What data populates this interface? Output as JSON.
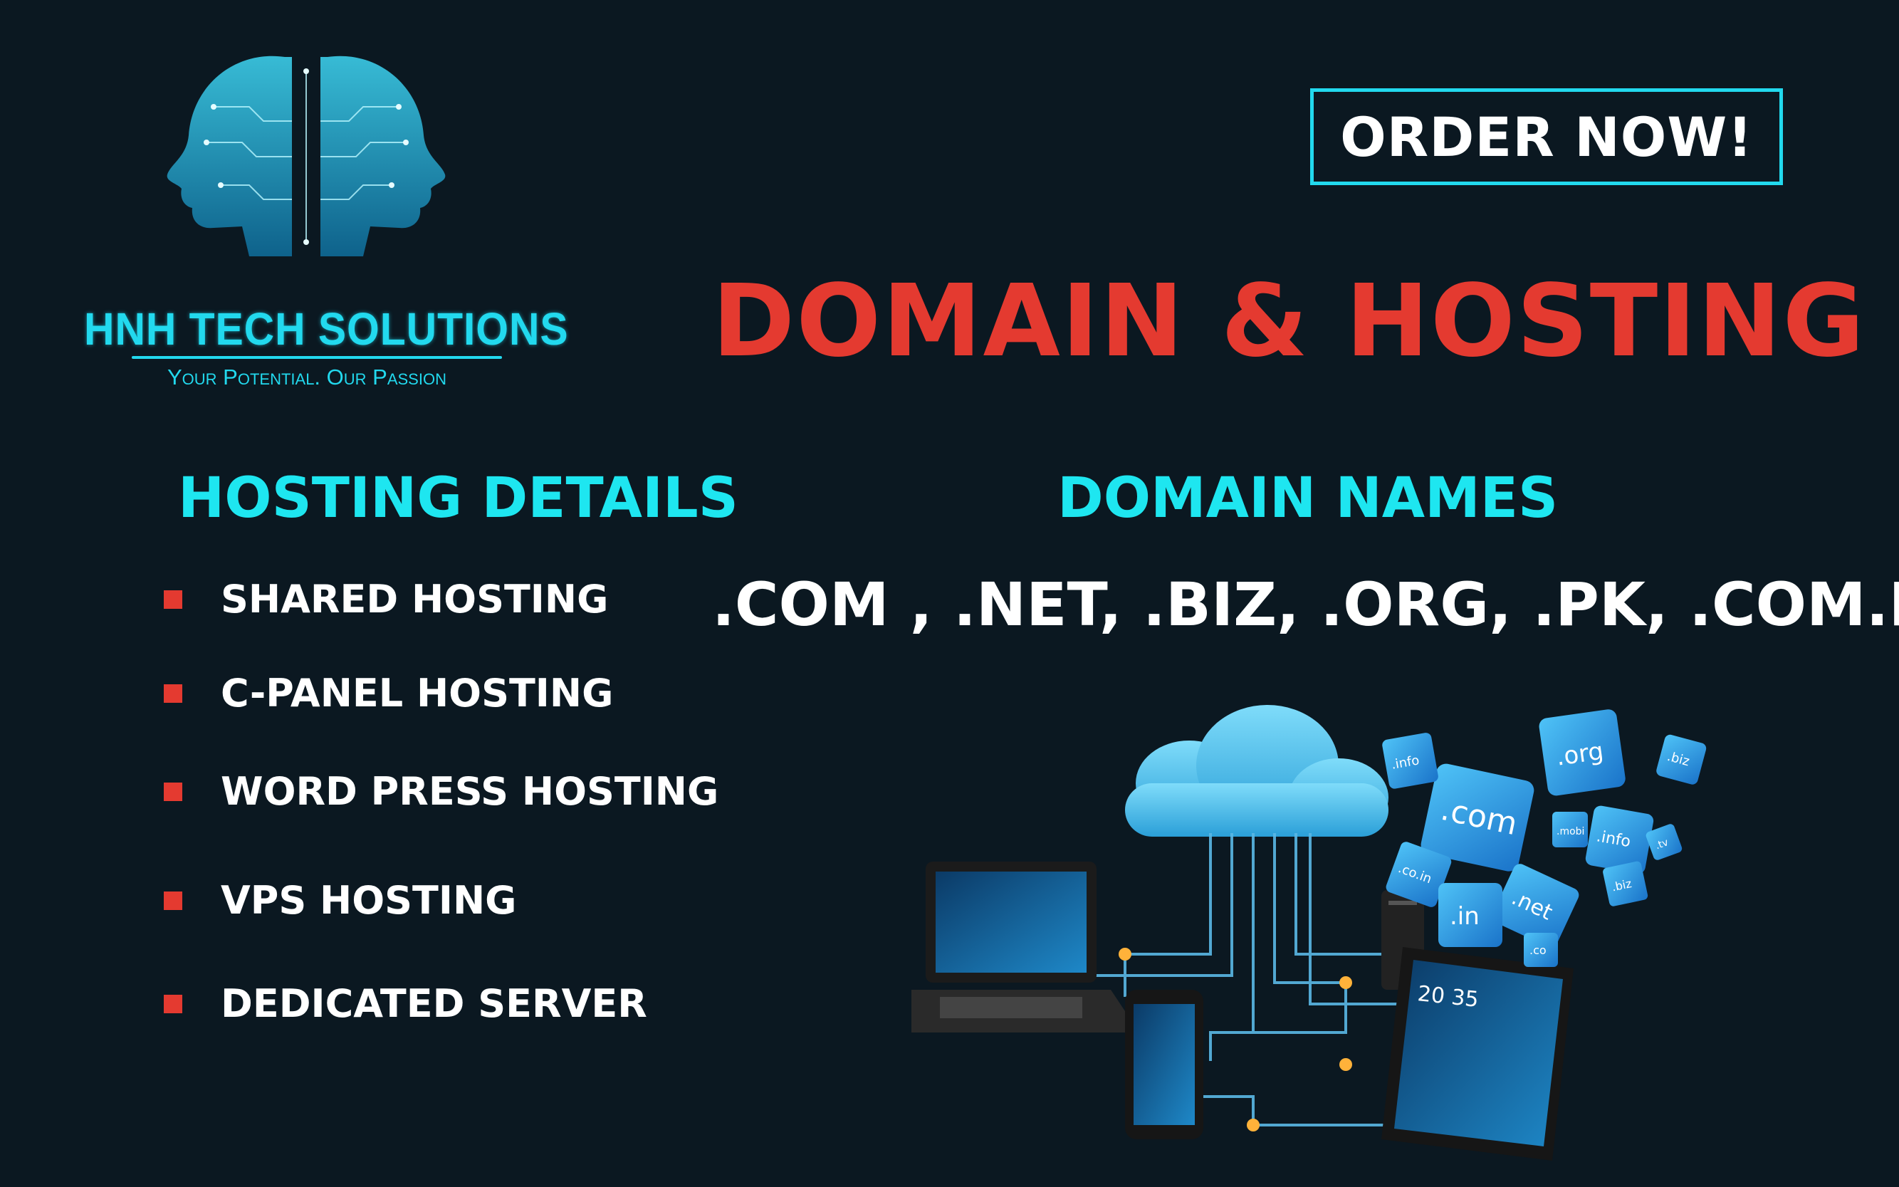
{
  "brand": {
    "name": "HNH TECH SOLUTIONS",
    "tagline": "Your Potential. Our Passion"
  },
  "cta": {
    "label": "ORDER NOW!"
  },
  "headline": "DOMAIN & HOSTING",
  "hosting": {
    "title": "HOSTING DETAILS",
    "items": [
      "SHARED HOSTING",
      "C-PANEL HOSTING",
      "WORD PRESS HOSTING",
      "VPS HOSTING",
      "DEDICATED SERVER"
    ]
  },
  "domains": {
    "title": "DOMAIN NAMES",
    "list": ".COM , .NET, .BIZ, .ORG, .PK, .COM.PK",
    "cube_labels": [
      ".org",
      ".com",
      ".info",
      ".info",
      ".biz",
      ".mobi",
      ".co.in",
      ".net",
      ".in",
      ".biz",
      ".co",
      ".tv"
    ]
  },
  "devices": {
    "tablet_clock": "20 35"
  },
  "colors": {
    "background": "#0b1821",
    "accent_cyan": "#22d9ee",
    "accent_red": "#e43a30",
    "text_white": "#ffffff"
  }
}
